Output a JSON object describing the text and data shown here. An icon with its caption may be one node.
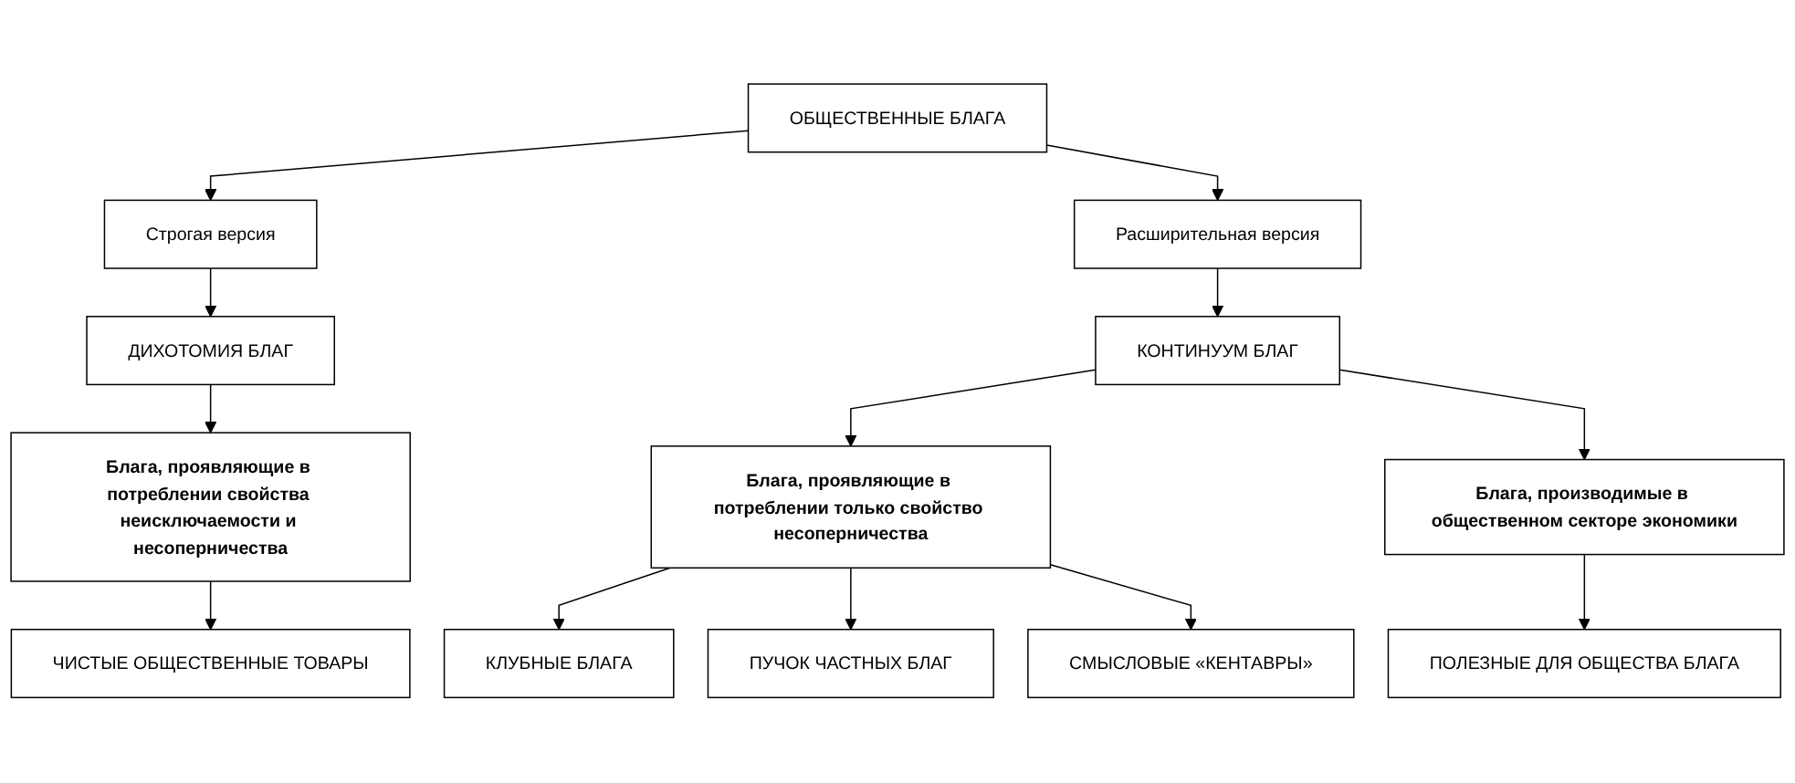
{
  "diagram": {
    "nodes": [
      {
        "text": [
          "ОБЩЕСТВЕННЫЕ БЛАГА"
        ]
      },
      {
        "text": [
          "Строгая версия"
        ]
      },
      {
        "text": [
          "Расширительная версия"
        ]
      },
      {
        "text": [
          "ДИХОТОМИЯ БЛАГ"
        ]
      },
      {
        "text": [
          "КОНТИНУУМ БЛАГ"
        ]
      },
      {
        "text": [
          "Блага, проявляющие в потреблении свойства неисключаемости и несоперничества"
        ]
      },
      {
        "text": [
          "Блага, проявляющие в потреблении только свойство несоперничества"
        ]
      },
      {
        "text": [
          "Блага, производимые в общественном секторе экономики"
        ]
      },
      {
        "text": [
          "ЧИСТЫЕ ОБЩЕСТВЕННЫЕ ТОВАРЫ"
        ]
      },
      {
        "text": [
          "КЛУБНЫЕ БЛАГА"
        ]
      },
      {
        "text": [
          "ПУЧОК ЧАСТНЫХ БЛАГ"
        ]
      },
      {
        "text": [
          "СМЫСЛОВЫЕ «КЕНТАВРЫ»"
        ]
      },
      {
        "text": [
          "ПОЛЕЗНЫЕ ДЛЯ ОБЩЕСТВА БЛАГА"
        ]
      }
    ],
    "edges": [
      {
        "from": 0,
        "to": 1,
        "arrow": "to"
      },
      {
        "from": 0,
        "to": 2,
        "arrow": "to"
      },
      {
        "from": 1,
        "to": 3,
        "arrow": "to"
      },
      {
        "from": 2,
        "to": 4,
        "arrow": "to"
      },
      {
        "from": 3,
        "to": 5,
        "arrow": "to"
      },
      {
        "from": 4,
        "to": 6,
        "arrow": "to"
      },
      {
        "from": 4,
        "to": 7,
        "arrow": "to"
      },
      {
        "from": 5,
        "to": 8,
        "arrow": "to"
      },
      {
        "from": 6,
        "to": 9,
        "arrow": "to"
      },
      {
        "from": 6,
        "to": 10,
        "arrow": "to"
      },
      {
        "from": 6,
        "to": 11,
        "arrow": "to"
      },
      {
        "from": 7,
        "to": 12,
        "arrow": "to"
      }
    ]
  }
}
